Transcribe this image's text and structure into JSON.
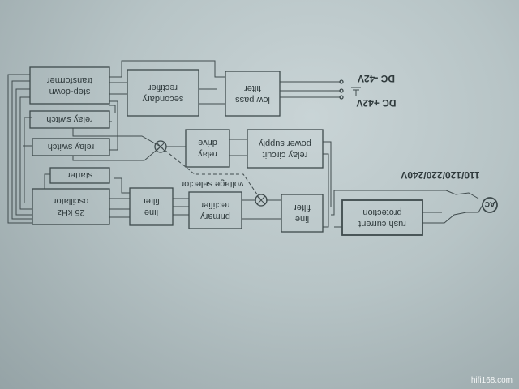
{
  "blocks": {
    "transformer": [
      "step-down",
      "transformer"
    ],
    "secondary_rectifier": [
      "secondary",
      "rectifier"
    ],
    "low_pass_filter": [
      "low pass",
      "filter"
    ],
    "relay_switch_1": "relay switch",
    "relay_switch_2": "relay switch",
    "relay_drive": [
      "relay",
      "drive"
    ],
    "relay_power": [
      "relay circuit",
      "power supply"
    ],
    "starter": "starter",
    "oscillator": [
      "25 kHz",
      "oscillator"
    ],
    "line_filter_left": [
      "line",
      "filter"
    ],
    "primary_rectifier": [
      "primary",
      "rectifier"
    ],
    "line_filter_right": [
      "line",
      "filter"
    ],
    "rush_current": [
      "rush current",
      "protection"
    ]
  },
  "labels": {
    "voltage_selector": "voltage selector",
    "input_voltage": "110/120/220/240V",
    "ac": "AC",
    "dc_neg": "DC -42V",
    "dc_pos": "DC +42V"
  },
  "watermark": "hifi168.com"
}
